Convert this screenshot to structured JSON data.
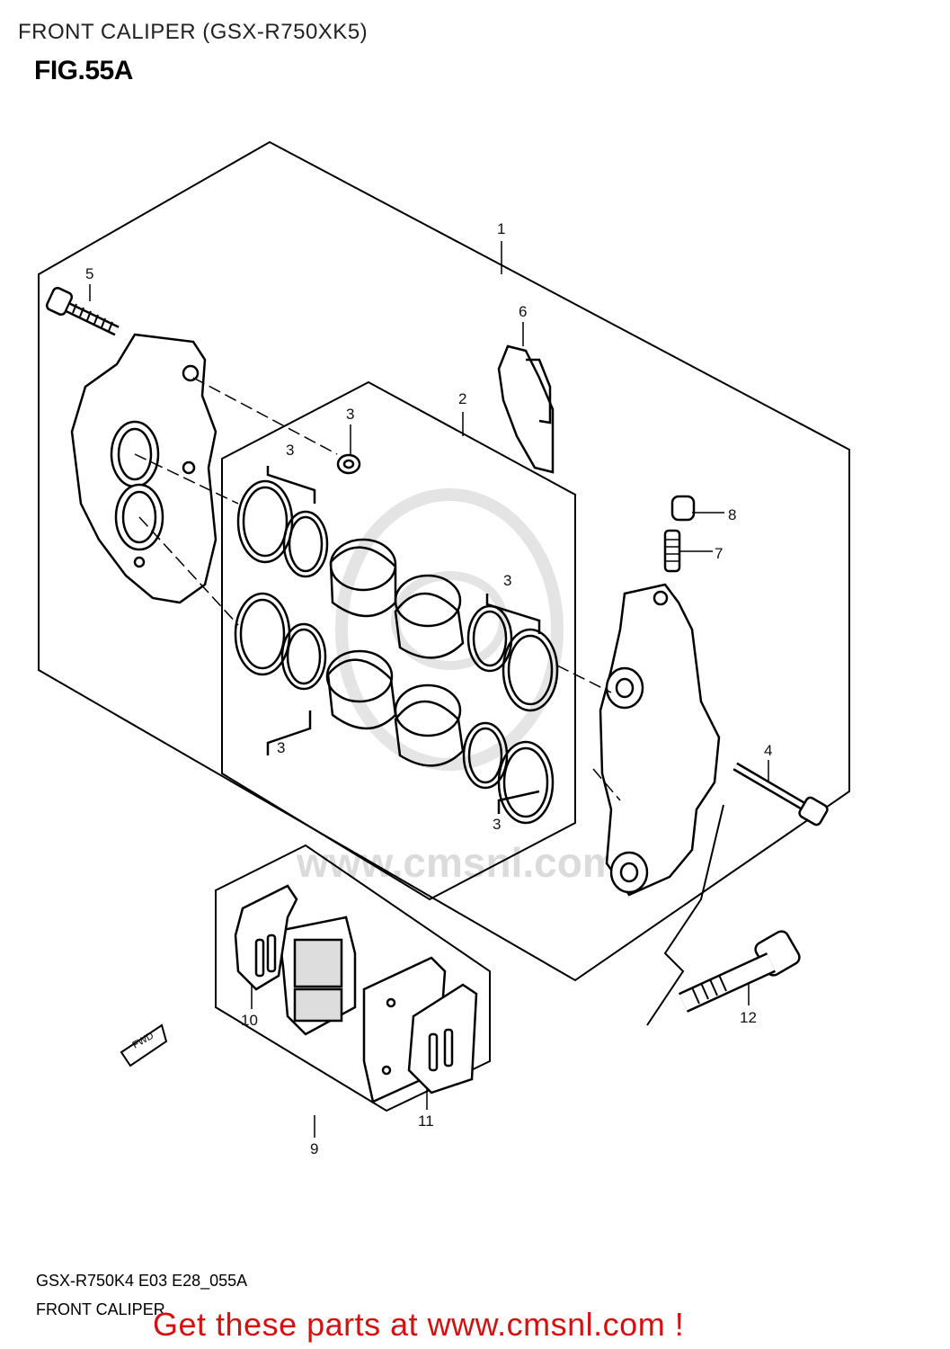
{
  "header": {
    "title": "FRONT CALIPER (GSX-R750XK5)"
  },
  "figure": {
    "label": "FIG.55A"
  },
  "watermark": {
    "text": "www.cmsnl.com"
  },
  "direction_marker": {
    "text": "FWD"
  },
  "callouts": {
    "c1": "1",
    "c2": "2",
    "c3a": "3",
    "c3b": "3",
    "c3c": "3",
    "c3d": "3",
    "c3e": "3",
    "c4": "4",
    "c5": "5",
    "c6": "6",
    "c7": "7",
    "c8": "8",
    "c9": "9",
    "c10": "10",
    "c11": "11",
    "c12": "12"
  },
  "footer": {
    "code": "GSX-R750K4 E03 E28_055A",
    "name": "FRONT CALIPER"
  },
  "promo": {
    "text": "Get these parts at www.cmsnl.com !"
  },
  "colors": {
    "promo": "#d41111",
    "line": "#000000",
    "watermark": "#d8d8d8"
  }
}
